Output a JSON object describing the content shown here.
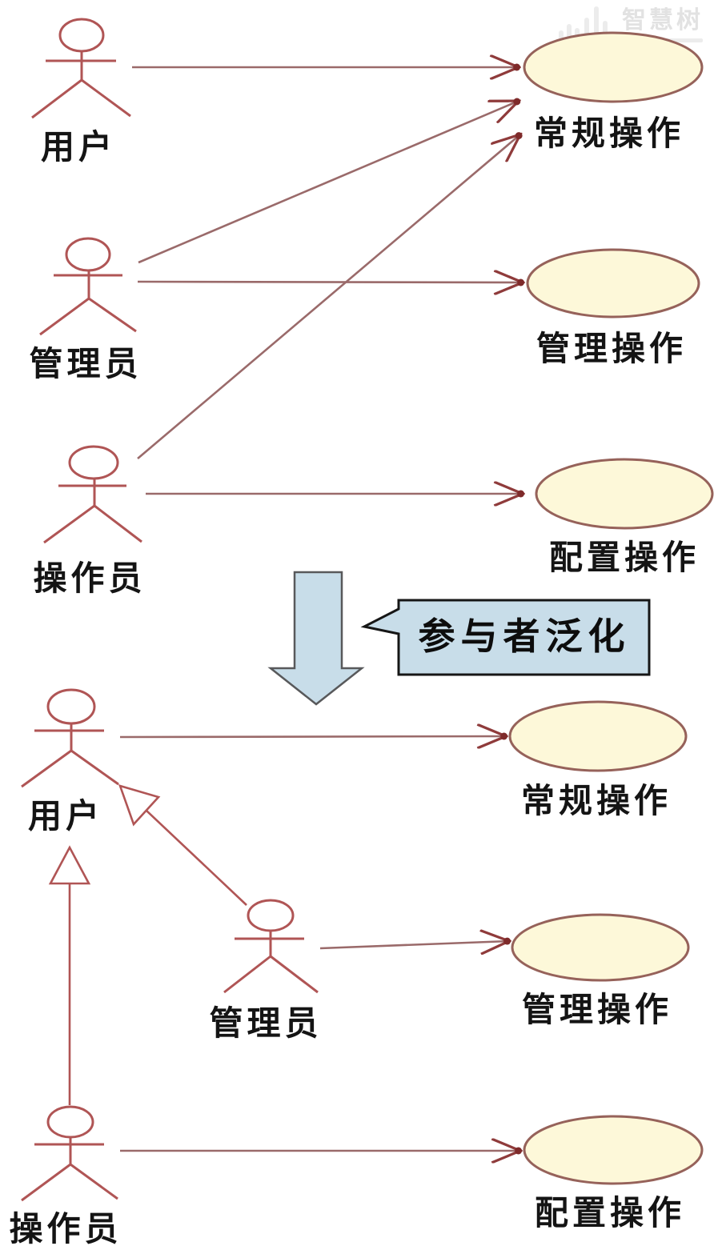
{
  "watermark": {
    "brand": "智慧树"
  },
  "transition": {
    "label": "参与者泛化"
  },
  "top_diagram": {
    "actors": [
      {
        "name": "用户"
      },
      {
        "name": "管理员"
      },
      {
        "name": "操作员"
      }
    ],
    "use_cases": [
      {
        "name": "常规操作"
      },
      {
        "name": "管理操作"
      },
      {
        "name": "配置操作"
      }
    ]
  },
  "bottom_diagram": {
    "actors": [
      {
        "name": "用户"
      },
      {
        "name": "管理员"
      },
      {
        "name": "操作员"
      }
    ],
    "use_cases": [
      {
        "name": "常规操作"
      },
      {
        "name": "管理操作"
      },
      {
        "name": "配置操作"
      }
    ]
  },
  "colors": {
    "actor_stroke": "#b05555",
    "association_line": "#9a6a6a",
    "arrowhead": "#8f3b3b",
    "arrowhead_tip_dot": "#7e2a2a",
    "usecase_fill": "#fdf8d9",
    "usecase_stroke": "#96625a",
    "label_text": "#141414",
    "transition_fill": "#c8dde9",
    "transition_arrow_stroke": "#58595b",
    "callout_border": "#161616",
    "watermark_gray": "#e5e5e5",
    "background": "#ffffff"
  }
}
